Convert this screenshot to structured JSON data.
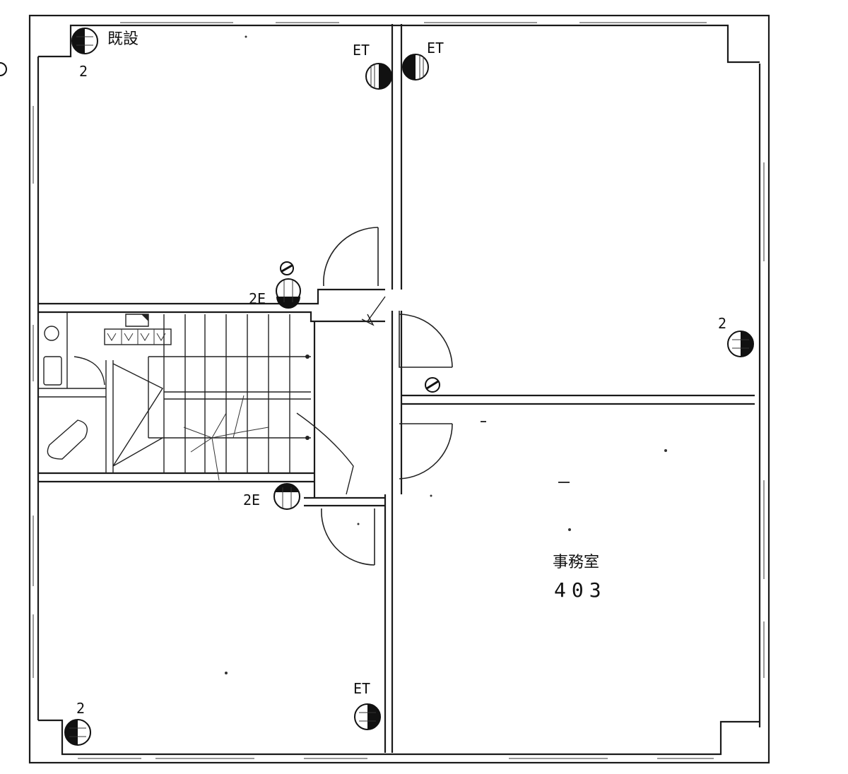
{
  "labels": {
    "existing": "既設",
    "count_2": "2",
    "et": "ET",
    "e2": "2E"
  },
  "room": {
    "name": "事務室",
    "number": "403"
  }
}
